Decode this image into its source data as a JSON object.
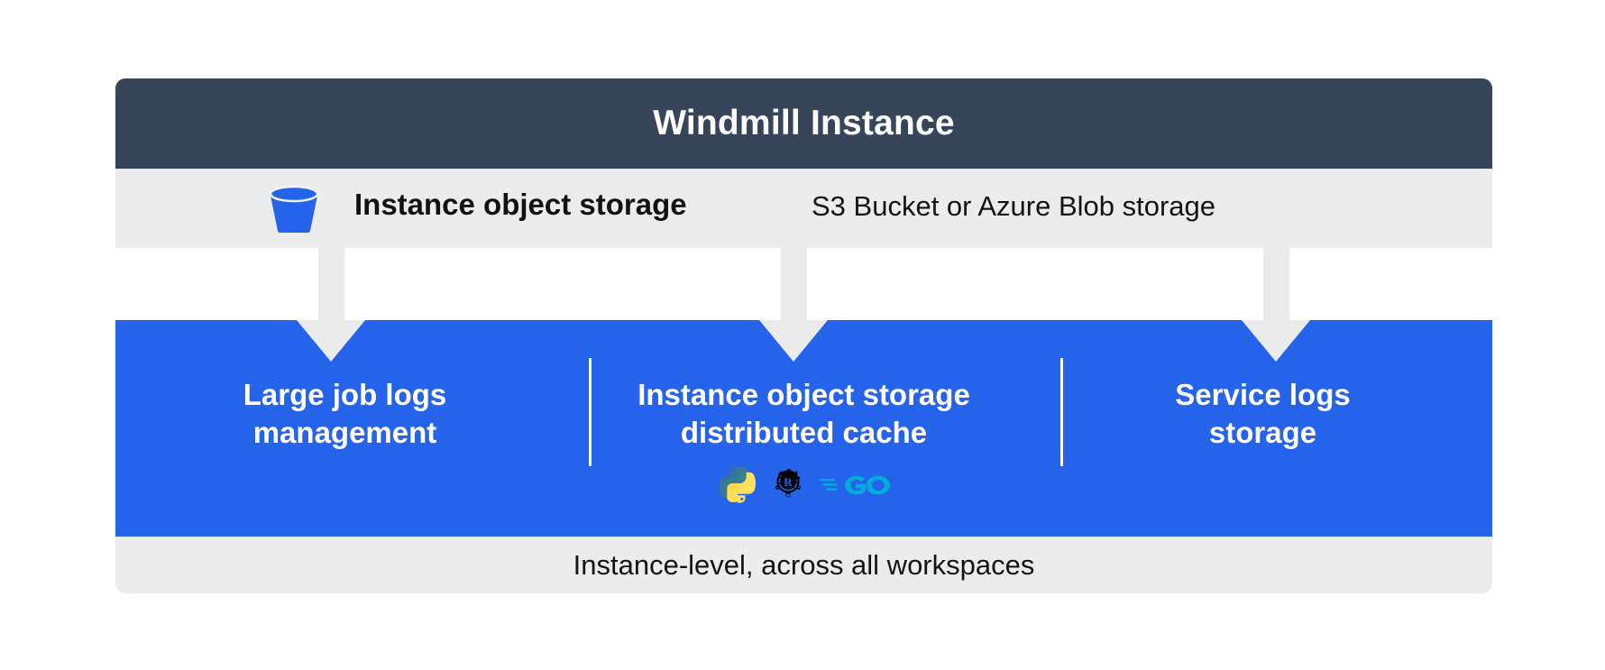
{
  "diagram": {
    "header": {
      "title": "Windmill Instance",
      "background_color": "#36455A",
      "text_color": "#FFFFFF"
    },
    "storage_row": {
      "icon_name": "s3-bucket-icon",
      "label": "Instance object storage",
      "subtitle": "S3 Bucket or Azure Blob storage",
      "background_color": "#ECECEC"
    },
    "connectors": {
      "count": 3,
      "color": "#EBEBEB",
      "direction": "down"
    },
    "panel": {
      "background_color": "#2563EB",
      "text_color": "#FFFFFF",
      "columns": [
        {
          "title": "Large job logs\nmanagement",
          "icons": []
        },
        {
          "title": "Instance object storage\ndistributed cache",
          "icons": [
            "python-icon",
            "rust-icon",
            "go-icon"
          ]
        },
        {
          "title": "Service logs\nstorage",
          "icons": []
        }
      ]
    },
    "footer": {
      "text": "Instance-level, across all workspaces",
      "background_color": "#ECECEC"
    },
    "palette": {
      "canvas": "#FFFFFF",
      "blue": "#2563EB",
      "dark_slate": "#36455A",
      "light_gray": "#ECECEC",
      "connector_gray": "#EBEBEB",
      "python_blue": "#2D7A93",
      "python_yellow": "#FFD43B",
      "rust_black": "#000000",
      "go_cyan": "#00ADD8"
    }
  }
}
